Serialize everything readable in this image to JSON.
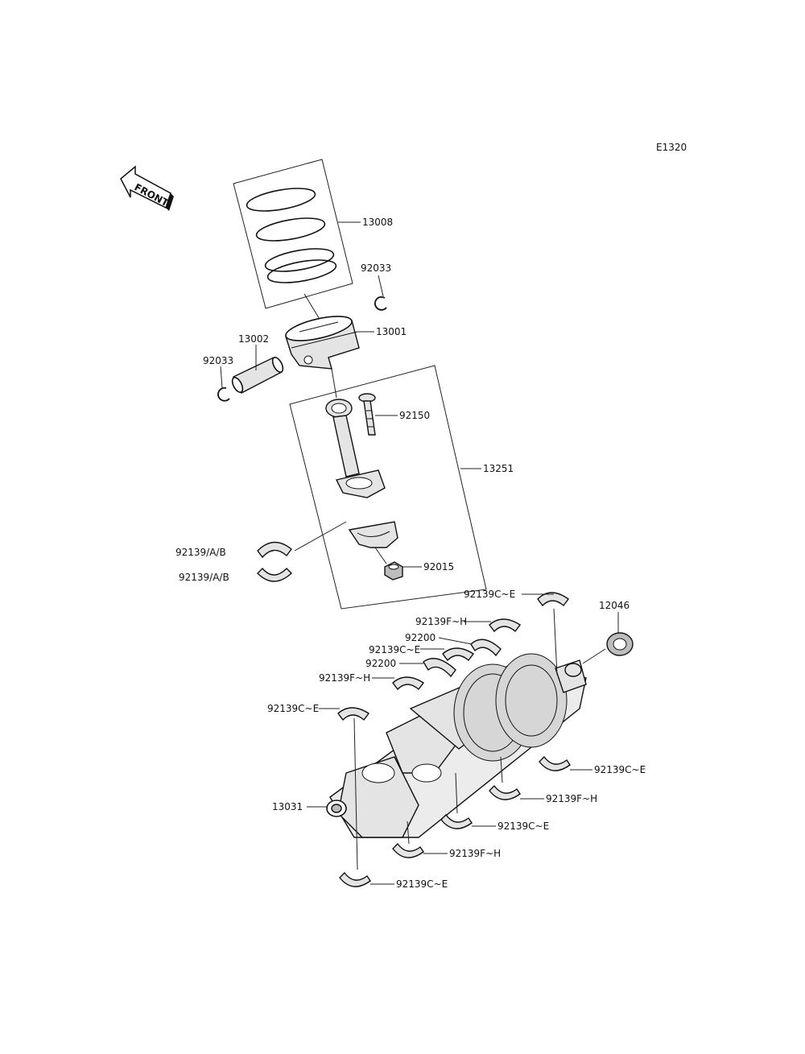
{
  "diagram_code": "E1320",
  "front_label": "FRONT",
  "labels": {
    "piston_rings": "13008",
    "circlip_right": "92033",
    "piston": "13001",
    "piston_pin": "13002",
    "circlip_left": "92033",
    "conrod_bolt": "92150",
    "connecting_rod": "13251",
    "conrod_bearing_upper": "92139/A/B",
    "conrod_bearing_lower": "92139/A/B",
    "conrod_nut": "92015",
    "main_bearing_top_1": "92139C~E",
    "needle_bearing": "12046",
    "main_bearing_top_2": "92139F~H",
    "thrust_washer_1": "92200",
    "main_bearing_top_3": "92139C~E",
    "thrust_washer_2": "92200",
    "main_bearing_top_4": "92139F~H",
    "main_bearing_top_5": "92139C~E",
    "crankshaft": "13031",
    "main_bearing_bottom_1": "92139C~E",
    "main_bearing_bottom_2": "92139F~H",
    "main_bearing_bottom_3": "92139C~E",
    "main_bearing_bottom_4": "92139F~H",
    "main_bearing_bottom_5": "92139C~E"
  }
}
